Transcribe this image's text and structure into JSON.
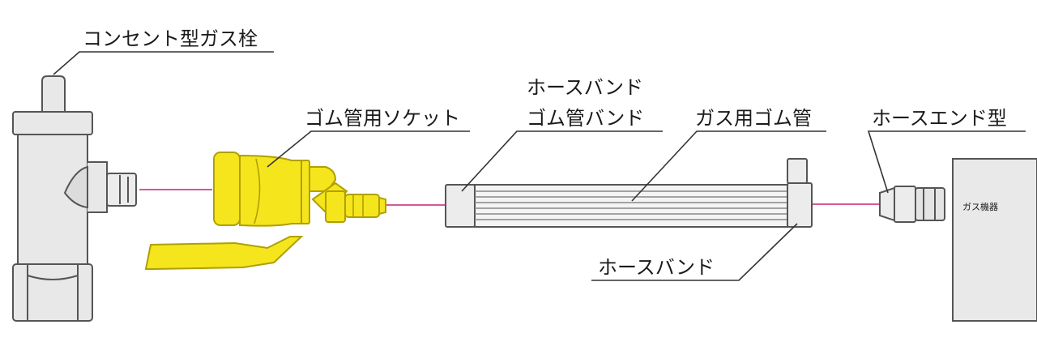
{
  "labels": {
    "concent_valve": "コンセント型ガス栓",
    "rubber_socket": "ゴム管用ソケット",
    "hose_band_top_1": "ホースバンド",
    "hose_band_top_2": "ゴム管バンド",
    "gas_rubber_hose": "ガス用ゴム管",
    "hose_end_type": "ホースエンド型",
    "hose_band_bottom": "ホースバンド",
    "gas_appliance": "ガス機器"
  },
  "colors": {
    "metal_fill": "#e8e8e8",
    "metal_stroke": "#555555",
    "socket_yellow": "#f5e51c",
    "socket_stroke": "#b0a000",
    "gas_line": "#c8207a",
    "appliance_fill": "#e9e9e9"
  }
}
